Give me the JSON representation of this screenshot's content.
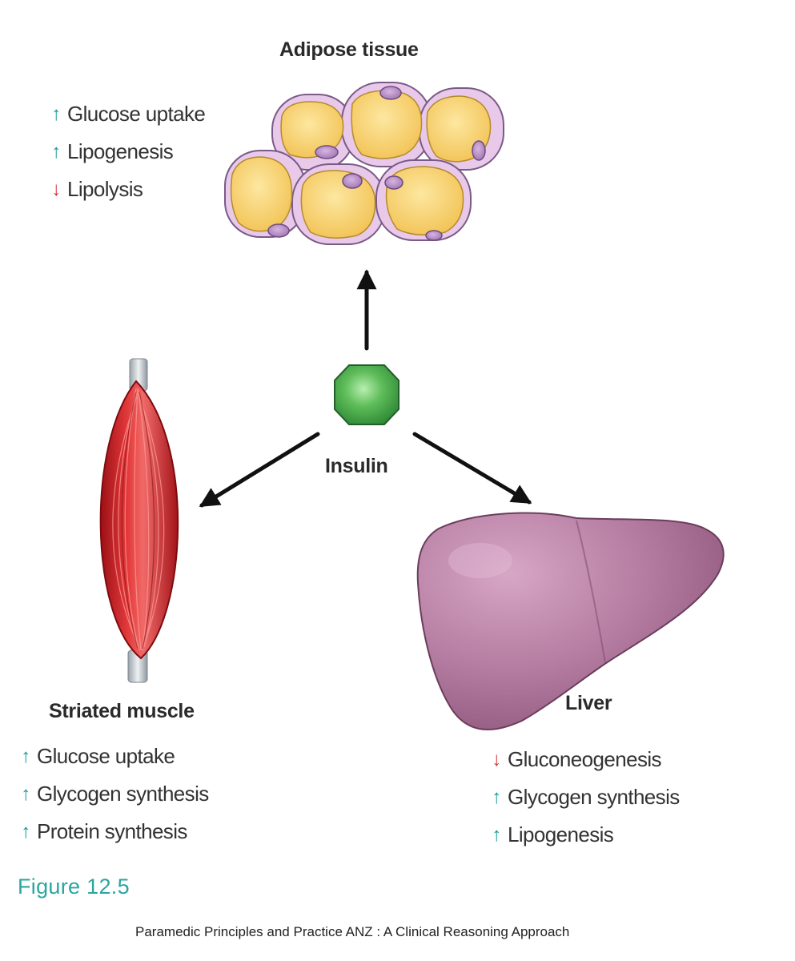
{
  "figure_label": "Figure 12.5",
  "source": "Paramedic Principles and Practice ANZ : A Clinical Reasoning Approach",
  "center": {
    "label": "Insulin"
  },
  "tissues": {
    "adipose": {
      "title": "Adipose tissue",
      "effects": [
        {
          "direction": "up",
          "text": "Glucose uptake"
        },
        {
          "direction": "up",
          "text": "Lipogenesis"
        },
        {
          "direction": "down",
          "text": "Lipolysis"
        }
      ]
    },
    "muscle": {
      "title": "Striated muscle",
      "effects": [
        {
          "direction": "up",
          "text": "Glucose uptake"
        },
        {
          "direction": "up",
          "text": "Glycogen synthesis"
        },
        {
          "direction": "up",
          "text": "Protein synthesis"
        }
      ]
    },
    "liver": {
      "title": "Liver",
      "effects": [
        {
          "direction": "down",
          "text": "Gluconeogenesis"
        },
        {
          "direction": "up",
          "text": "Glycogen synthesis"
        },
        {
          "direction": "up",
          "text": "Lipogenesis"
        }
      ]
    }
  },
  "colors": {
    "increase_arrow": "#1a9c9c",
    "decrease_arrow": "#d8302f",
    "figure_label": "#2aa6a0",
    "insulin": "#3fa34a",
    "adipocyte_fat": "#f6cf63",
    "adipocyte_cytoplasm": "#e6c6e8",
    "muscle": "#c81e24",
    "liver": "#b4789e"
  }
}
